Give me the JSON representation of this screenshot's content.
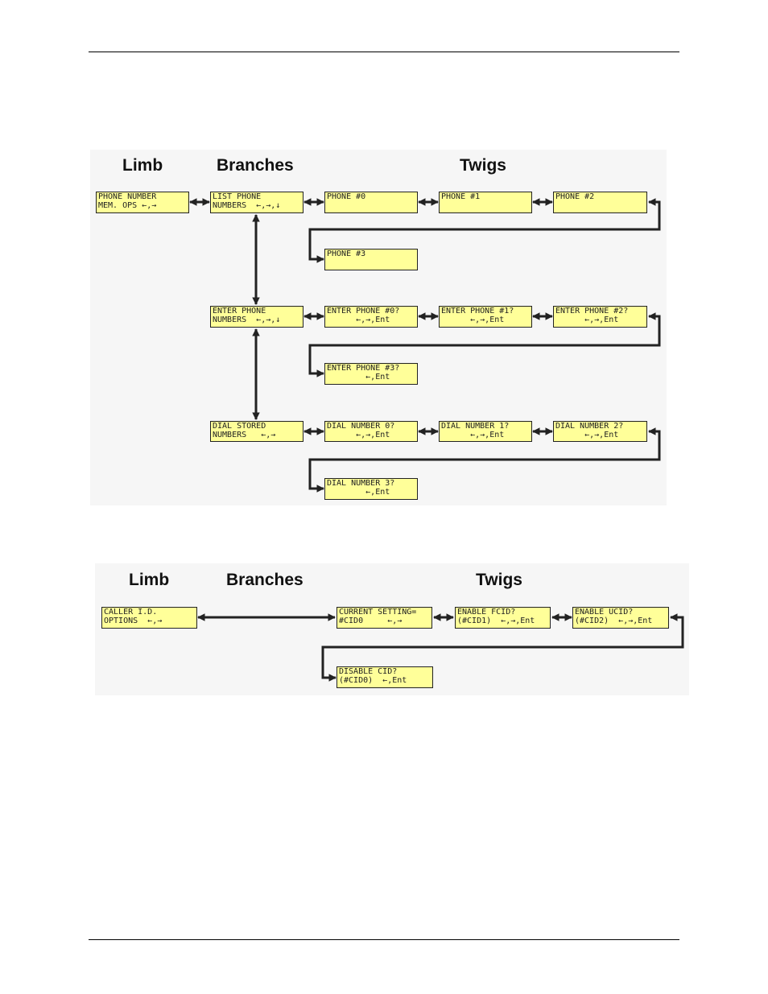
{
  "diagram1": {
    "headings": {
      "limb": "Limb",
      "branches": "Branches",
      "twigs": "Twigs"
    },
    "limb_box": {
      "line1": "PHONE NUMBER",
      "line2": "MEM. OPS ←,→"
    },
    "branches": [
      {
        "line1": "LIST PHONE",
        "line2": "NUMBERS  ←,→,↓"
      },
      {
        "line1": "ENTER PHONE",
        "line2": "NUMBERS  ←,→,↓"
      },
      {
        "line1": "DIAL STORED",
        "line2": "NUMBERS   ←,→"
      }
    ],
    "twigs_list": [
      {
        "line1": "PHONE #0",
        "line2": ""
      },
      {
        "line1": "PHONE #1",
        "line2": ""
      },
      {
        "line1": "PHONE #2",
        "line2": ""
      },
      {
        "line1": "PHONE #3",
        "line2": ""
      }
    ],
    "twigs_enter": [
      {
        "line1": "ENTER PHONE #0?",
        "line2": "      ←,→,Ent"
      },
      {
        "line1": "ENTER PHONE #1?",
        "line2": "      ←,→,Ent"
      },
      {
        "line1": "ENTER PHONE #2?",
        "line2": "      ←,→,Ent"
      },
      {
        "line1": "ENTER PHONE #3?",
        "line2": "        ←,Ent"
      }
    ],
    "twigs_dial": [
      {
        "line1": "DIAL NUMBER 0?",
        "line2": "      ←,→,Ent"
      },
      {
        "line1": "DIAL NUMBER 1?",
        "line2": "      ←,→,Ent"
      },
      {
        "line1": "DIAL NUMBER 2?",
        "line2": "      ←,→,Ent"
      },
      {
        "line1": "DIAL NUMBER 3?",
        "line2": "        ←,Ent"
      }
    ]
  },
  "diagram2": {
    "headings": {
      "limb": "Limb",
      "branches": "Branches",
      "twigs": "Twigs"
    },
    "limb_box": {
      "line1": "CALLER I.D.",
      "line2": "OPTIONS  ←,→"
    },
    "twigs": [
      {
        "line1": "CURRENT SETTING=",
        "line2": "#CID0     ←,→"
      },
      {
        "line1": "ENABLE FCID?",
        "line2": "(#CID1)  ←,→,Ent"
      },
      {
        "line1": "ENABLE UCID?",
        "line2": "(#CID2)  ←,→,Ent"
      },
      {
        "line1": "DISABLE CID?",
        "line2": "(#CID0)  ←,Ent"
      }
    ]
  },
  "colors": {
    "lcd_background": "#ffff99",
    "panel_background": "#f6f6f6",
    "wire": "#222222"
  }
}
